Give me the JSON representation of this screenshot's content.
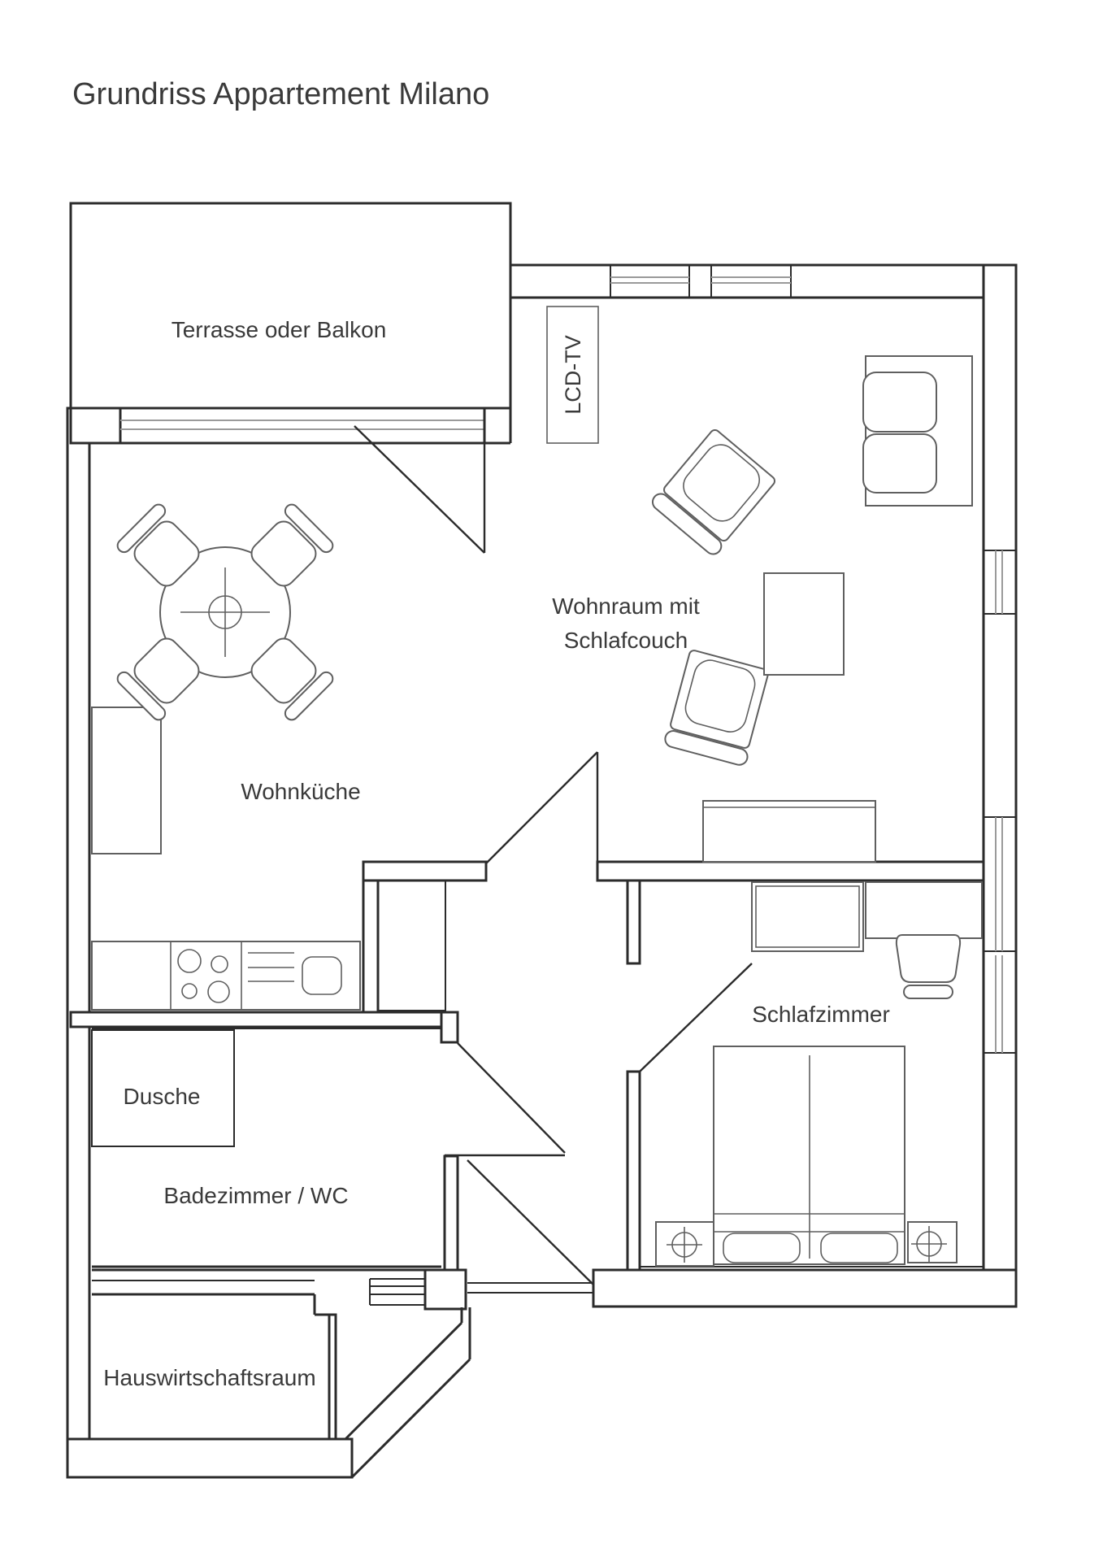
{
  "title": "Grundriss Appartement Milano",
  "colors": {
    "wall": "#2b2b2b",
    "furniture": "#5f5f5f",
    "glazing": "#9a9a9a",
    "text": "#3a3a3a",
    "background": "#ffffff"
  },
  "rooms": {
    "terrasse": {
      "label": "Terrasse oder Balkon"
    },
    "lcd_tv": {
      "label": "LCD-TV"
    },
    "wohnraum": {
      "label_line1": "Wohnraum mit",
      "label_line2": "Schlafcouch"
    },
    "wohnkueche": {
      "label": "Wohnküche"
    },
    "schlafzimmer": {
      "label": "Schlafzimmer"
    },
    "dusche": {
      "label": "Dusche"
    },
    "badezimmer": {
      "label": "Badezimmer / WC"
    },
    "hauswirtschaftsraum": {
      "label": "Hauswirtschaftsraum"
    }
  }
}
